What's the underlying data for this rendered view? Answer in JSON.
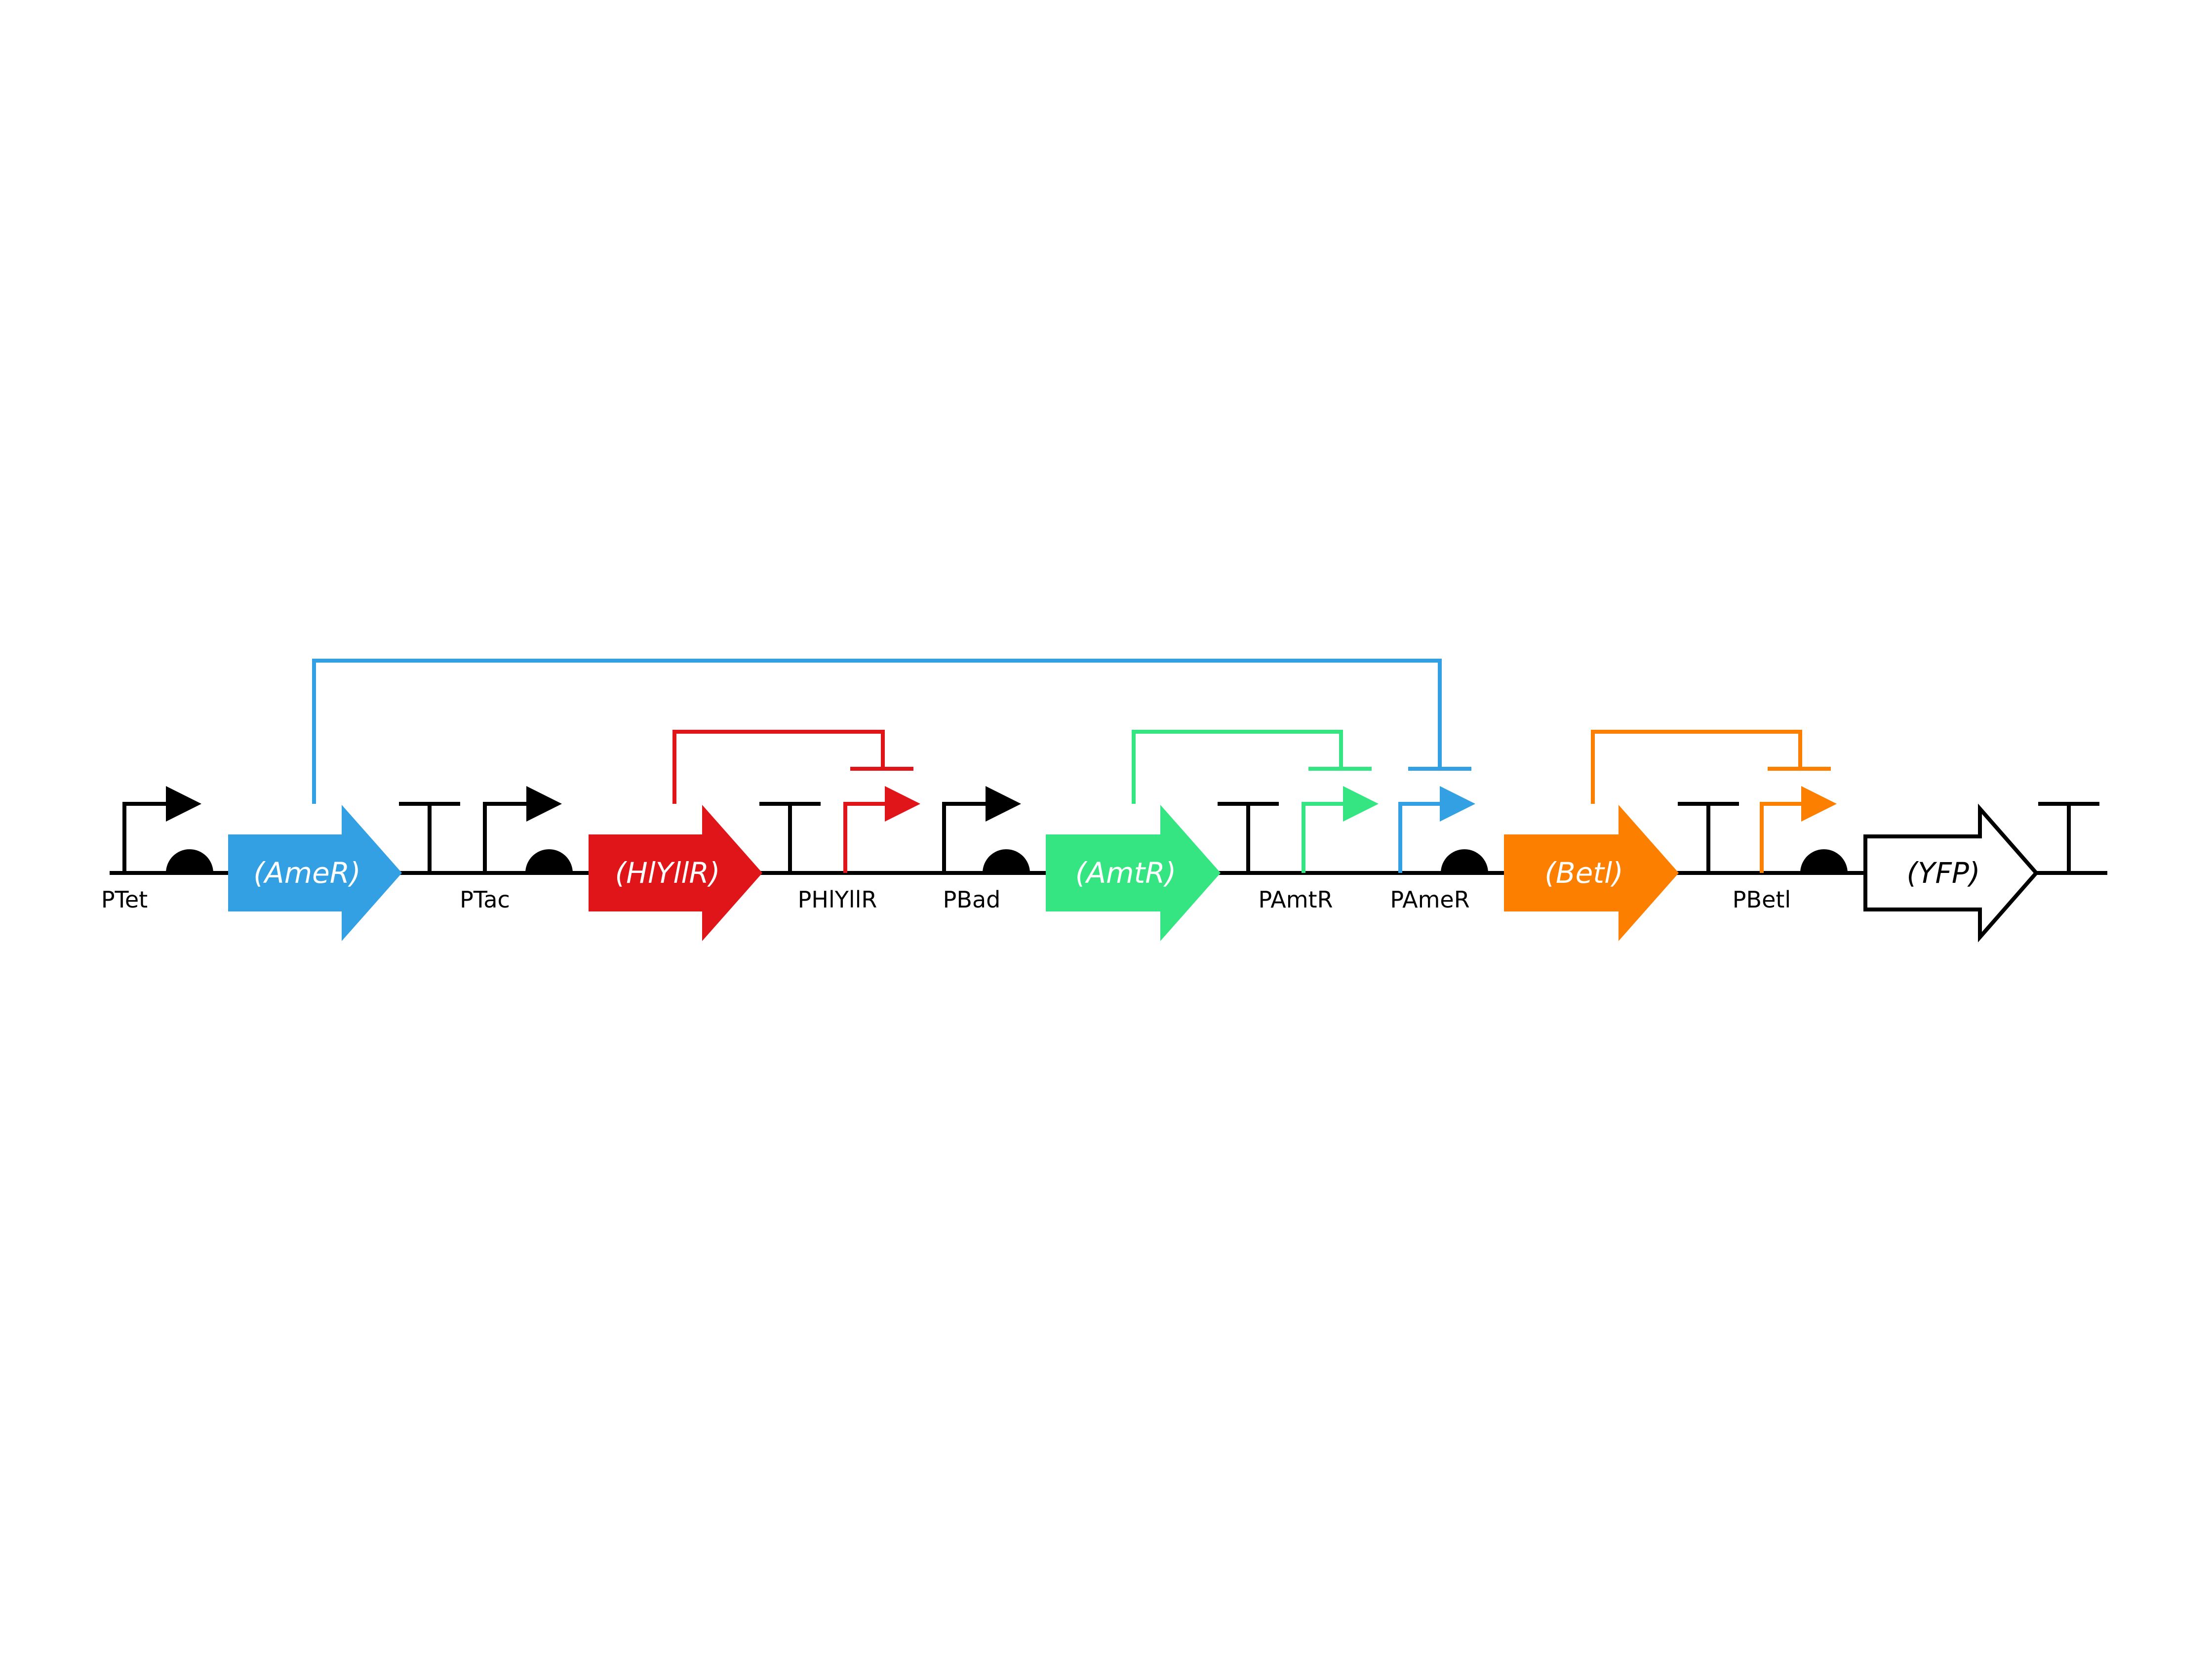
{
  "colors": {
    "black": "#000000",
    "ameR": "#32a0e2",
    "hlyIIR": "#e01519",
    "amtR": "#34e581",
    "betI": "#fd7f00"
  },
  "promoters": {
    "ptet": "PTet",
    "ptac": "PTac",
    "phlyiir": "PHlYllR",
    "pbad": "PBad",
    "pamtr": "PAmtR",
    "pamer": "PAmeR",
    "pbeti": "PBetl"
  },
  "cds": {
    "amer": "(AmeR)",
    "hlyiir": "(HlYllR)",
    "amtr": "(AmtR)",
    "beti": "(Betl)",
    "yfp": "(YFP)"
  },
  "regulation": [
    {
      "from": "(AmeR)",
      "to": "PAmeR",
      "type": "repression"
    },
    {
      "from": "(HlYllR)",
      "to": "PHlYllR",
      "type": "repression"
    },
    {
      "from": "(AmtR)",
      "to": "PAmtR",
      "type": "repression"
    },
    {
      "from": "(Betl)",
      "to": "PBetl",
      "type": "repression"
    }
  ]
}
